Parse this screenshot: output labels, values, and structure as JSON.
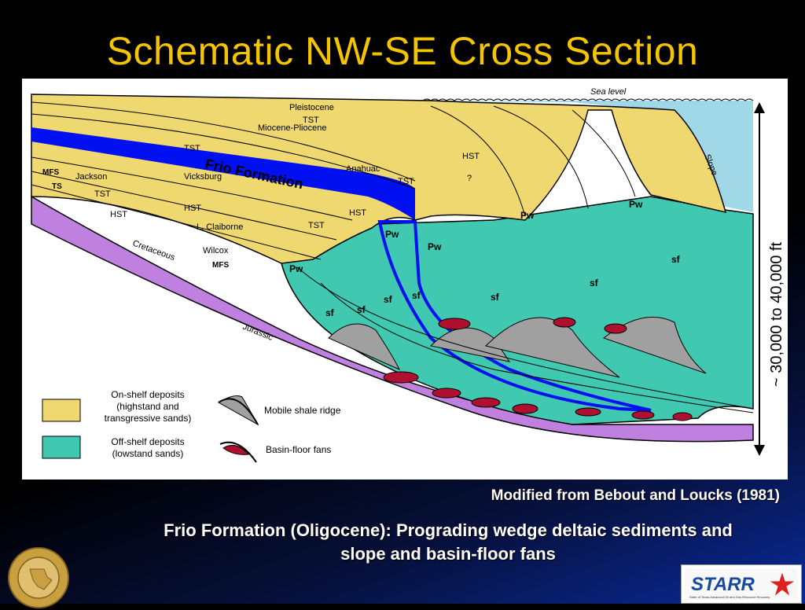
{
  "title": "Schematic NW-SE Cross Section",
  "vertical_scale": "~ 30,000 to 40,000 ft",
  "sea_level": "Sea level",
  "slope": "Slope",
  "frio_label": "Frio Formation",
  "units": {
    "pleistocene": "Pleistocene",
    "miocene_pliocene": "Miocene-Pliocene",
    "anahuac": "Anahuac",
    "jackson": "Jackson",
    "vicksburg": "Vicksburg",
    "l_claiborne": "L. Claiborne",
    "wilcox": "Wilcox",
    "cretaceous": "Cretaceous",
    "jurassic": "Jurassic"
  },
  "system_tracts": {
    "tst": "TST",
    "hst": "HST",
    "mfs": "MFS",
    "ts": "TS",
    "question": "?"
  },
  "facies": {
    "pw": "Pw",
    "sf": "sf"
  },
  "legend": {
    "onshelf_line1": "On-shelf deposits",
    "onshelf_line2": "(highstand and",
    "onshelf_line3": "transgressive sands)",
    "offshelf_line1": "Off-shelf deposits",
    "offshelf_line2": "(lowstand sands)",
    "shale": "Mobile shale ridge",
    "fans": "Basin-floor fans"
  },
  "credit": "Modified from Bebout and Loucks (1981)",
  "caption_line1": "Frio Formation  (Oligocene): Prograding wedge deltaic sediments and",
  "caption_line2": "slope and basin-floor fans",
  "logo_text": "STARR",
  "logo_subtext": "State of Texas Advanced Oil and Gas Resource Recovery",
  "colors": {
    "onshelf": "#f0d870",
    "offshelf": "#40c8b0",
    "shale": "#a0a0a0",
    "fans": "#b01030",
    "purple": "#c080e0",
    "frio": "#0010f0",
    "water": "#a0d8e8",
    "title": "#f5c400"
  }
}
